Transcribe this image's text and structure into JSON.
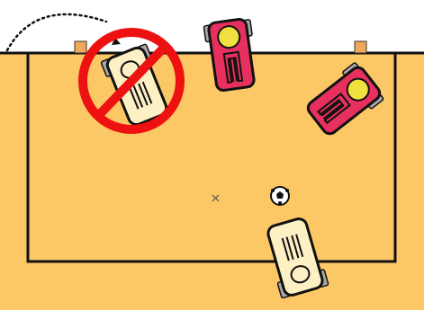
{
  "colors": {
    "background": "#ffffff",
    "field": "#fcc866",
    "field_line": "#111111",
    "post": "#f0a85a",
    "allowed_robot_body": "#e8305e",
    "allowed_robot_stripe": "#f0e040",
    "blocked_robot_body": "#fdf0c4",
    "wheel": "#a8a8a8",
    "prohibition_sign": "#ee1111",
    "ball": "#ffffff"
  },
  "icons": {
    "prohibition": "no-entry-sign-icon",
    "ball": "soccer-ball-icon",
    "center_mark": "x-mark-icon",
    "path": "dotted-arc-arrow-icon"
  },
  "robots": [
    {
      "team": "magenta",
      "state": "allowed"
    },
    {
      "team": "magenta",
      "state": "allowed"
    },
    {
      "team": "cream",
      "state": "prohibited-move"
    },
    {
      "team": "cream",
      "state": "allowed"
    }
  ]
}
